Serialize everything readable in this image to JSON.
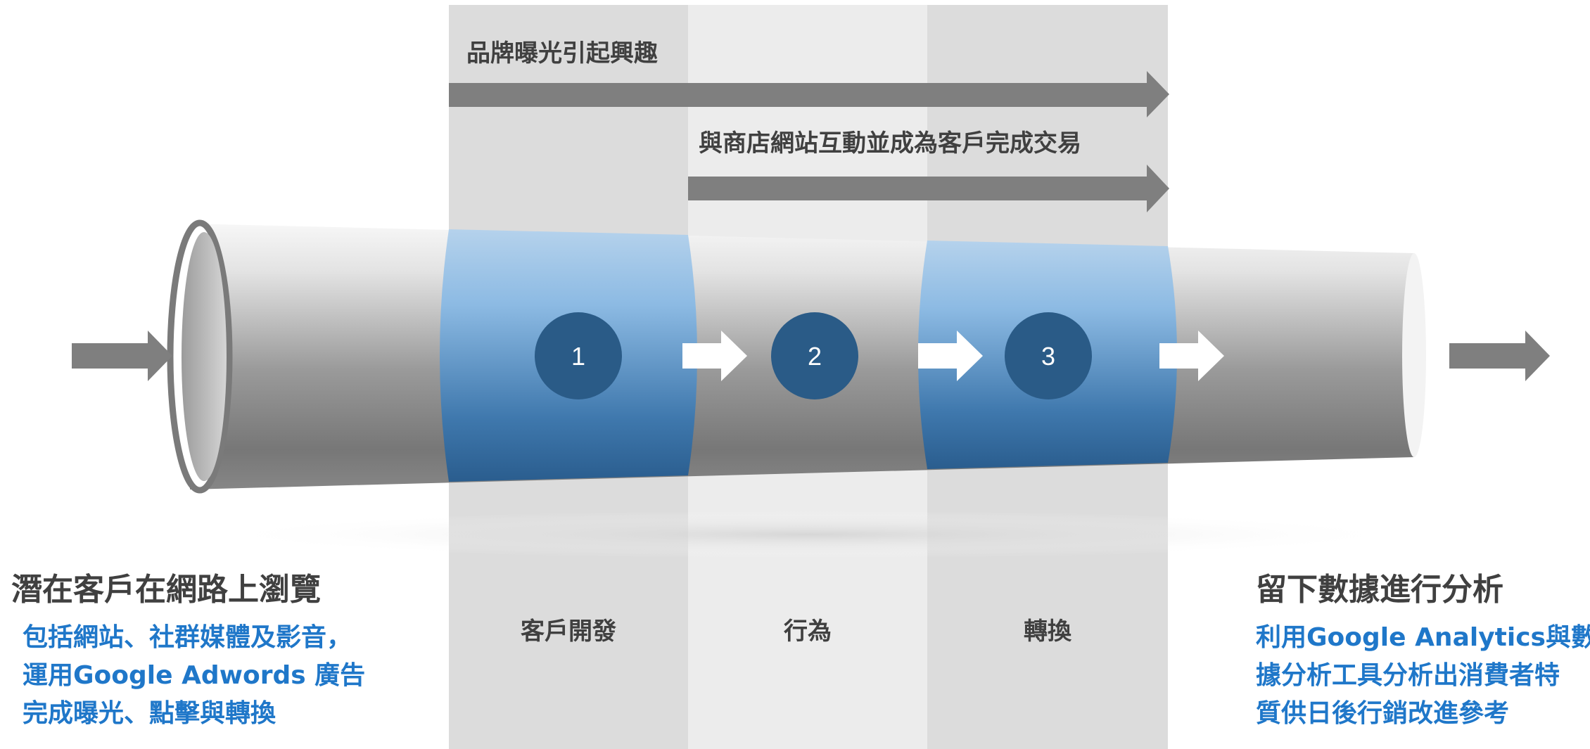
{
  "top_arrows": [
    {
      "label": "品牌曝光引起興趣"
    },
    {
      "label": "與商店網站互動並成為客戶完成交易"
    }
  ],
  "stages": [
    {
      "number": "1",
      "label": "客戶開發"
    },
    {
      "number": "2",
      "label": "行為"
    },
    {
      "number": "3",
      "label": "轉換"
    }
  ],
  "left": {
    "title": "潛在客戶在網路上瀏覽",
    "lines": [
      "包括網站、社群媒體及影音，",
      "運用Google Adwords 廣告",
      "完成曝光、點擊與轉換"
    ]
  },
  "right": {
    "title": "留下數據進行分析",
    "lines": [
      "利用Google Analytics與數",
      "據分析工具分析出消費者特",
      "質供日後行銷改進參考"
    ]
  },
  "colors": {
    "accent_blue": "#1f77c9",
    "circle": "#2a5b87",
    "arrow_gray": "#7f7f7f",
    "text_gray": "#404040"
  }
}
